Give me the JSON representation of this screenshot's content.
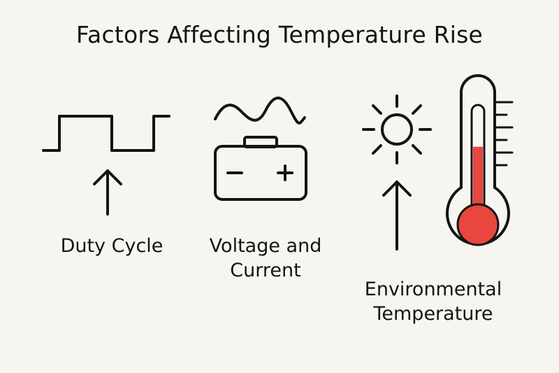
{
  "title": "Factors Affecting Temperature Rise",
  "factors": [
    {
      "label_lines": [
        "Duty Cycle"
      ],
      "icon": "square-wave-icon"
    },
    {
      "label_lines": [
        "Voltage and",
        "Current"
      ],
      "icon": "battery-icon"
    },
    {
      "label_lines": [
        "Environmental",
        "Temperature"
      ],
      "icon": "sun-icon"
    }
  ],
  "thermometer": {
    "icon": "thermometer-icon",
    "level": 0.62,
    "fill_color": "#e8463e"
  },
  "colors": {
    "background": "#f6f5f1",
    "stroke": "#141414",
    "accent": "#e8463e"
  }
}
